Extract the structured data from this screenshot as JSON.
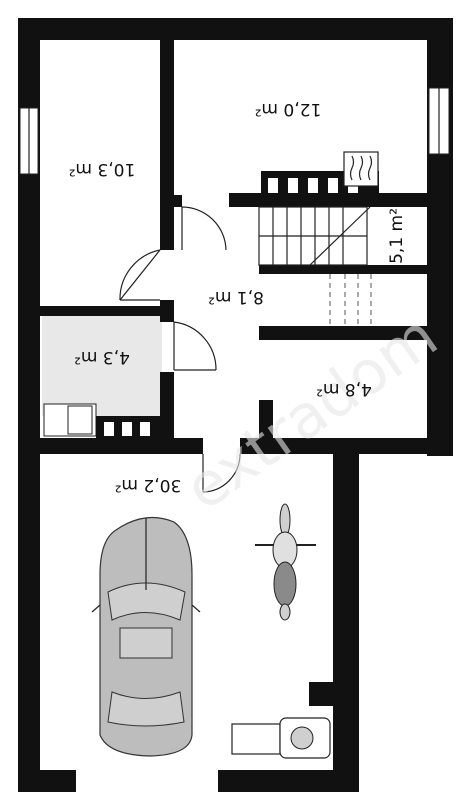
{
  "rooms": {
    "room_a": "10,3 m²",
    "room_b": "12,0 m²",
    "room_c": "5,1 m²",
    "room_d": "8,1 m²",
    "room_e": "4,3 m²",
    "room_f": "4,8 m²",
    "room_g": "30,2 m²"
  },
  "watermark": "extradom",
  "colors": {
    "wall": "#111111",
    "floor": "#ffffff",
    "boiler_room": "#e8e8e8",
    "car": "#bdbdbd"
  },
  "icons": [
    "heater-icon",
    "car-icon",
    "motorcycle-icon",
    "lawn-mower-icon",
    "stairs-icon",
    "door-swing-icon",
    "window-icon"
  ]
}
